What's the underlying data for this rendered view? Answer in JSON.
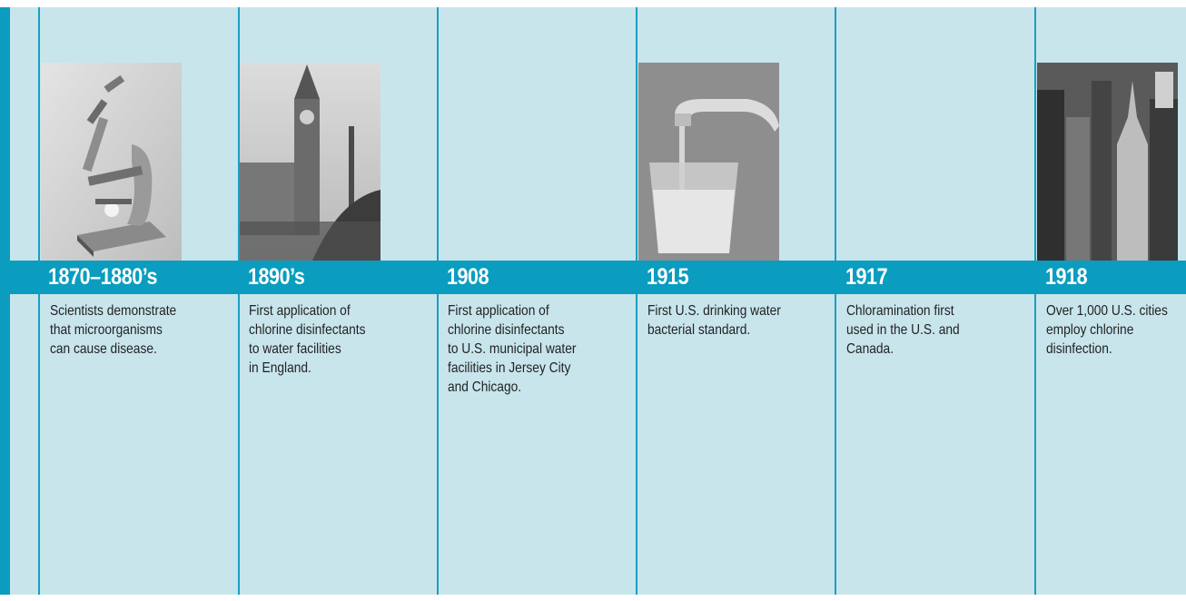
{
  "timeline": [
    {
      "year": "1870–1880’s",
      "text": "Scientists demonstrate\nthat microorganisms\ncan cause disease.",
      "image": "microscope-photo"
    },
    {
      "year": "1890’s",
      "text": "First application of\nchlorine disinfectants\nto water facilities\nin England.",
      "image": "big-ben-photo"
    },
    {
      "year": "1908",
      "text": "First application of\nchlorine disinfectants\nto U.S. municipal water\nfacilities in Jersey City\nand Chicago.",
      "image": ""
    },
    {
      "year": "1915",
      "text": "First U.S. drinking water\nbacterial standard.",
      "image": "faucet-glass-photo"
    },
    {
      "year": "1917",
      "text": "Chloramination first\nused in the U.S. and\nCanada.",
      "image": ""
    },
    {
      "year": "1918",
      "text": "Over 1,000 U.S. cities\nemploy chlorine\ndisinfection.",
      "image": "city-skyline-photo"
    }
  ],
  "colors": {
    "band": "#0a9dbf",
    "panel": "#c8e5ec",
    "divider": "#1a9fc2"
  }
}
